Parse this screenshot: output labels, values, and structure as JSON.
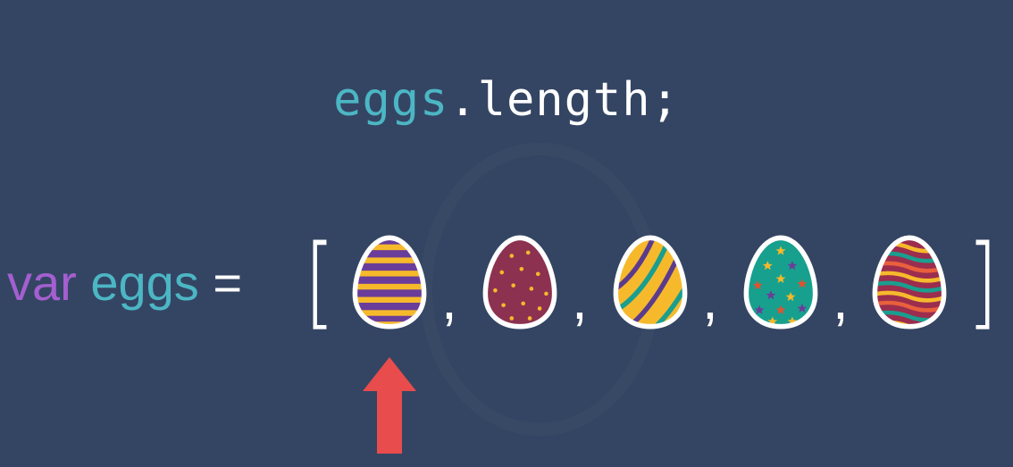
{
  "code": {
    "object": "eggs",
    "dot": ".",
    "property": "length",
    "semicolon": ";"
  },
  "declaration": {
    "keyword": "var",
    "identifier": "eggs",
    "equals": "="
  },
  "array": {
    "open_bracket": "[",
    "close_bracket": "]",
    "separator": ",",
    "items": [
      {
        "pattern": "horizontal-stripes",
        "colors": [
          "#f6b92b",
          "#6a3d9a"
        ]
      },
      {
        "pattern": "dots",
        "colors": [
          "#8c3250",
          "#f6b92b"
        ]
      },
      {
        "pattern": "diagonal-stripes",
        "colors": [
          "#f6b92b",
          "#5b3b8c",
          "#1a9e8f"
        ]
      },
      {
        "pattern": "stars",
        "colors": [
          "#17a08e",
          "#f6b92b",
          "#e0522f",
          "#6a3d9a"
        ]
      },
      {
        "pattern": "wavy-stripes",
        "colors": [
          "#f6b92b",
          "#9b2d4e",
          "#1a9e8f",
          "#e8603c"
        ]
      }
    ]
  },
  "colors": {
    "background": "#344563",
    "keyword": "#a45fd0",
    "identifier": "#4cb6c4",
    "arrow": "#e84c4c",
    "egg_outline": "#ffffff"
  },
  "arrow_icon": "up-arrow-icon"
}
